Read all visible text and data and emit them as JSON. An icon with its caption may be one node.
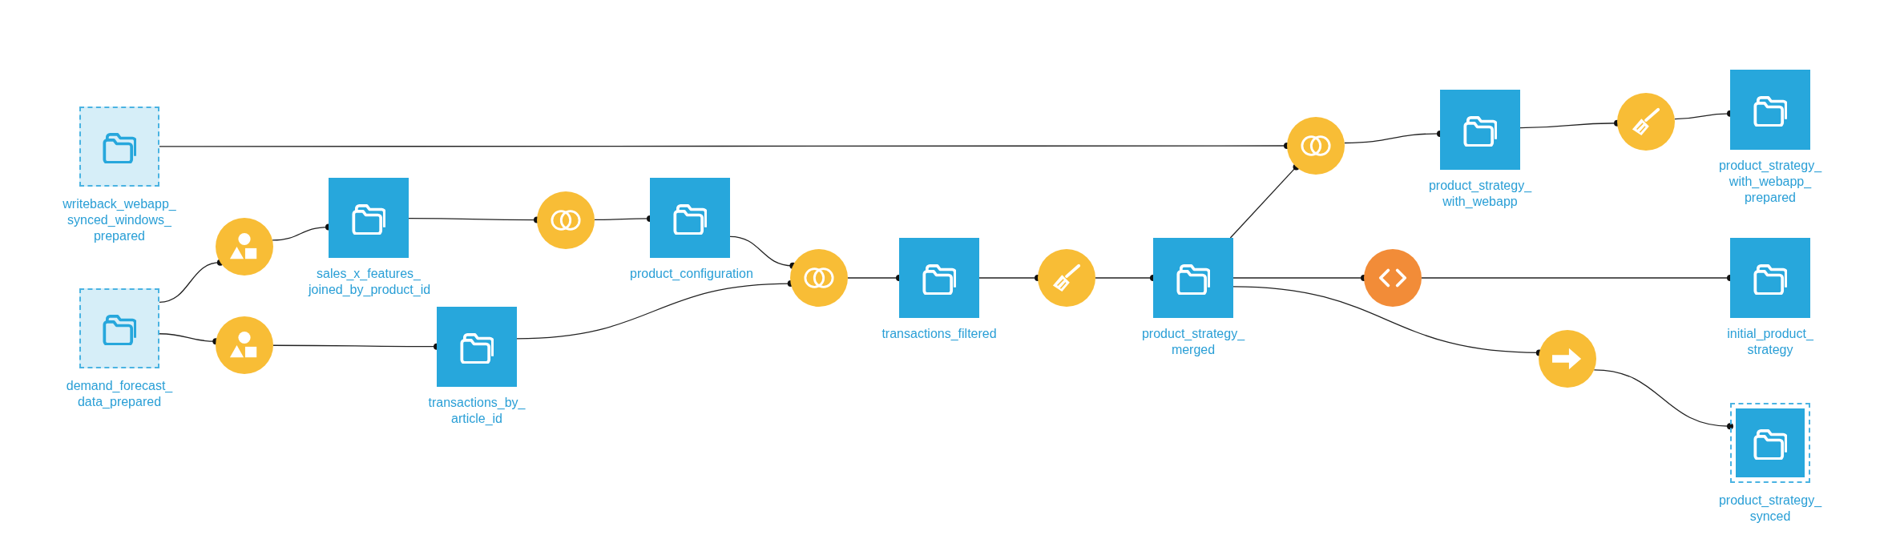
{
  "diagram": {
    "nodes": [
      {
        "text": [
          "writeback_webapp_ synced_windows_ prepared"
        ]
      },
      {
        "text": [
          "demand_forecast_ data_prepared"
        ]
      },
      {
        "text": [],
        "shape": "circle"
      },
      {
        "text": [],
        "shape": "circle"
      },
      {
        "text": [
          "sales_x_features_ joined_by_product_id"
        ]
      },
      {
        "text": [
          "transactions_by_ article_id"
        ]
      },
      {
        "text": [],
        "shape": "circle"
      },
      {
        "text": [
          "product_configuration"
        ]
      },
      {
        "text": [],
        "shape": "circle"
      },
      {
        "text": [
          "transactions_filtered"
        ]
      },
      {
        "text": [],
        "shape": "circle"
      },
      {
        "text": [
          "product_strategy_ merged"
        ]
      },
      {
        "text": [],
        "shape": "circle"
      },
      {
        "text": [
          "product_strategy_ with_webapp"
        ]
      },
      {
        "text": [],
        "shape": "circle"
      },
      {
        "text": [
          "product_strategy_ with_webapp_ prepared"
        ]
      },
      {
        "text": [],
        "shape": "circle"
      },
      {
        "text": [
          "initial_product_ strategy"
        ]
      },
      {
        "text": [],
        "shape": "circle"
      },
      {
        "text": [
          "product_strategy_ synced"
        ]
      }
    ],
    "edges": [
      {
        "from": 1,
        "to": 2,
        "arrow": "other"
      },
      {
        "from": 1,
        "to": 3,
        "arrow": "other"
      },
      {
        "from": 2,
        "to": 4,
        "arrow": "other"
      },
      {
        "from": 3,
        "to": 5,
        "arrow": "other"
      },
      {
        "from": 4,
        "to": 6,
        "arrow": "other"
      },
      {
        "from": 6,
        "to": 7,
        "arrow": "other"
      },
      {
        "from": 7,
        "to": 8,
        "arrow": "other"
      },
      {
        "from": 5,
        "to": 8,
        "arrow": "other"
      },
      {
        "from": 8,
        "to": 9,
        "arrow": "other"
      },
      {
        "from": 9,
        "to": 10,
        "arrow": "other"
      },
      {
        "from": 10,
        "to": 11,
        "arrow": "other"
      },
      {
        "from": 0,
        "to": 12,
        "arrow": "other"
      },
      {
        "from": 11,
        "to": 12,
        "arrow": "other"
      },
      {
        "from": 12,
        "to": 13,
        "arrow": "other"
      },
      {
        "from": 13,
        "to": 14,
        "arrow": "other"
      },
      {
        "from": 14,
        "to": 15,
        "arrow": "other"
      },
      {
        "from": 11,
        "to": 16,
        "arrow": "other"
      },
      {
        "from": 16,
        "to": 17,
        "arrow": "other"
      },
      {
        "from": 11,
        "to": 18,
        "arrow": "other"
      },
      {
        "from": 18,
        "to": 19,
        "arrow": "other"
      }
    ]
  }
}
